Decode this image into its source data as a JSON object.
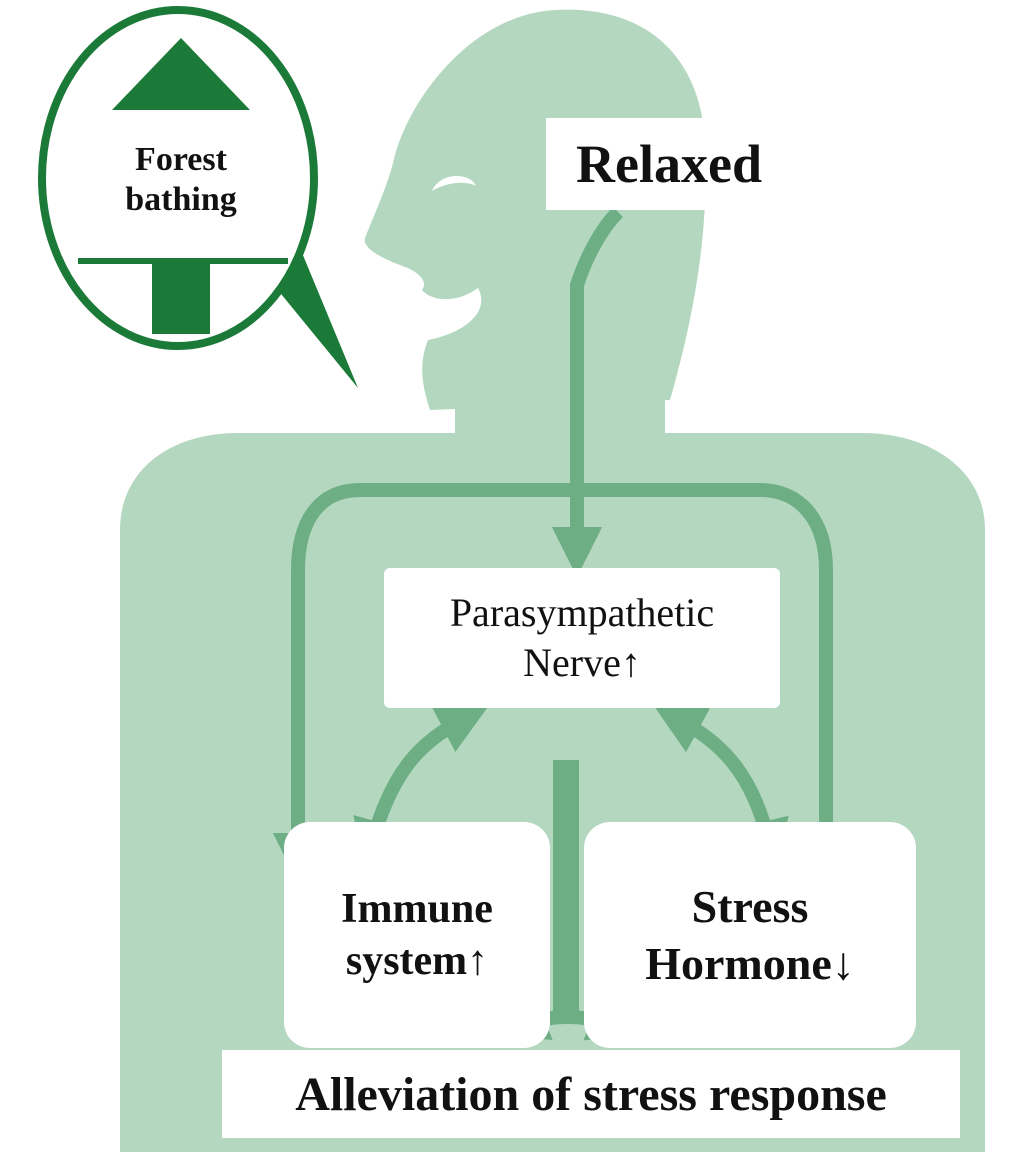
{
  "colors": {
    "body_fill": "#b4d8bf",
    "arrow": "#6dae85",
    "bubble_outline": "#1b7a38",
    "tree": "#1b7a38",
    "text": "#111111",
    "label_bg": "#ffffff"
  },
  "bubble": {
    "line1": "Forest",
    "line2": "bathing"
  },
  "head_label": "Relaxed",
  "center_box": {
    "line1": "Parasympathetic",
    "line2": "Nerve↑"
  },
  "left_box": {
    "line1": "Immune",
    "line2": "system↑"
  },
  "right_box": {
    "line1": "Stress",
    "line2": "Hormone↓"
  },
  "bottom_label": "Alleviation of stress response"
}
